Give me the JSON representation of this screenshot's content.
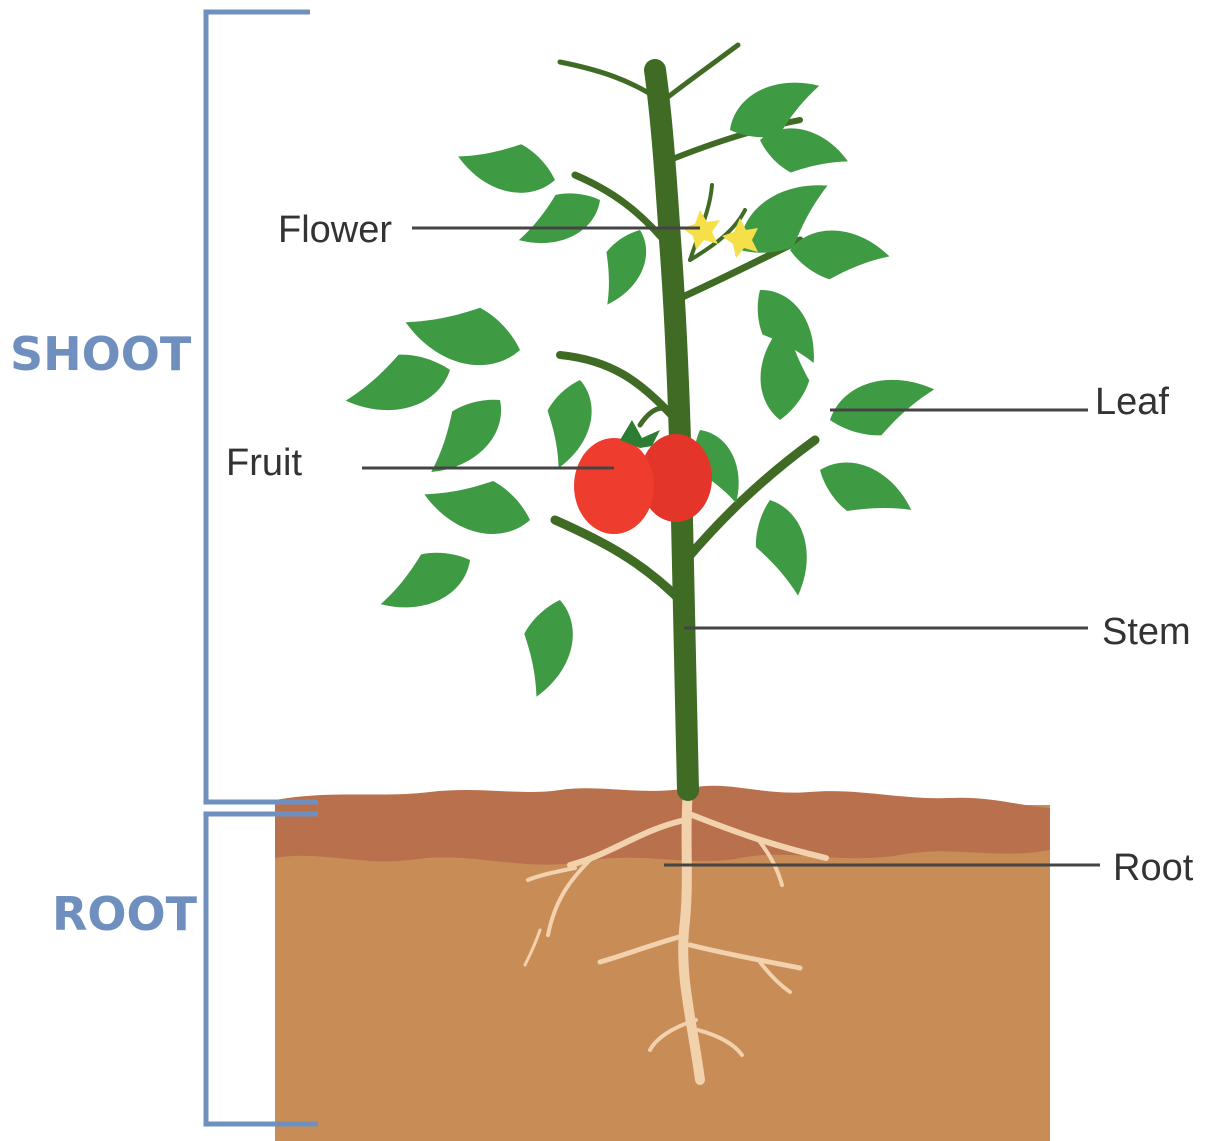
{
  "colors": {
    "bracket": "#6f8fbf",
    "section_text": "#6f8fbf",
    "label_text": "#333333",
    "leader_line": "#444444",
    "leaf": "#3f9a44",
    "leaf_dark": "#2e7d34",
    "stem": "#3f6b25",
    "fruit": "#ee3c2e",
    "flower": "#f6e04a",
    "soil_top": "#b8704d",
    "soil_body": "#c88c57",
    "root": "#f2d1ad"
  },
  "sections": {
    "shoot": "SHOOT",
    "root": "ROOT"
  },
  "labels": {
    "flower": "Flower",
    "fruit": "Fruit",
    "leaf": "Leaf",
    "stem": "Stem",
    "root": "Root"
  }
}
